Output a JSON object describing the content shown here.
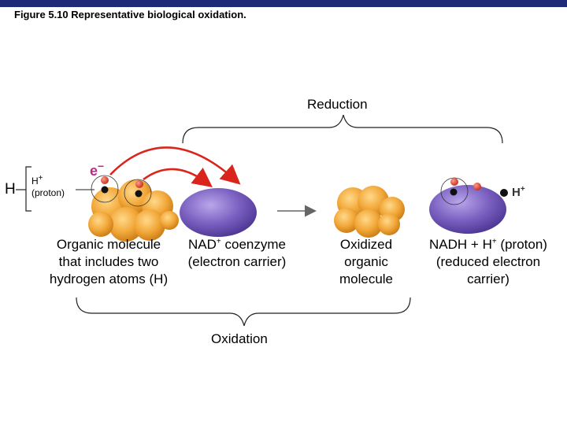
{
  "figure_title": "Figure 5.10 Representative biological oxidation.",
  "reduction_label": "Reduction",
  "oxidation_label": "Oxidation",
  "h_label": "H",
  "proton_left": {
    "h_text": "H",
    "h_sup": "+",
    "proton_text": "(proton)"
  },
  "electron_label": {
    "e_text": "e",
    "e_sup": "−"
  },
  "free_proton": {
    "h_text": "H",
    "h_sup": "+"
  },
  "captions": {
    "organic_molecule": [
      "Organic molecule",
      "that includes two",
      "hydrogen atoms (H)"
    ],
    "nad": {
      "line1_a": "NAD",
      "line1_sup": "+",
      "line1_b": " coenzyme",
      "line2": "(electron carrier)"
    },
    "oxidized": [
      "Oxidized",
      "organic",
      "molecule"
    ],
    "nadh": {
      "line1_a": "NADH + H",
      "line1_sup": "+",
      "line1_b": " (proton)",
      "line2": "(reduced electron",
      "line3": "carrier)"
    }
  },
  "colors": {
    "top_bar": "#1c2a78",
    "organic_molecule": "#f0a830",
    "nad": "#7a5fc0",
    "electron_arrow": "#d9251c",
    "electron_label": "#c0288a",
    "hydrogen_dot": "#e0392b"
  }
}
